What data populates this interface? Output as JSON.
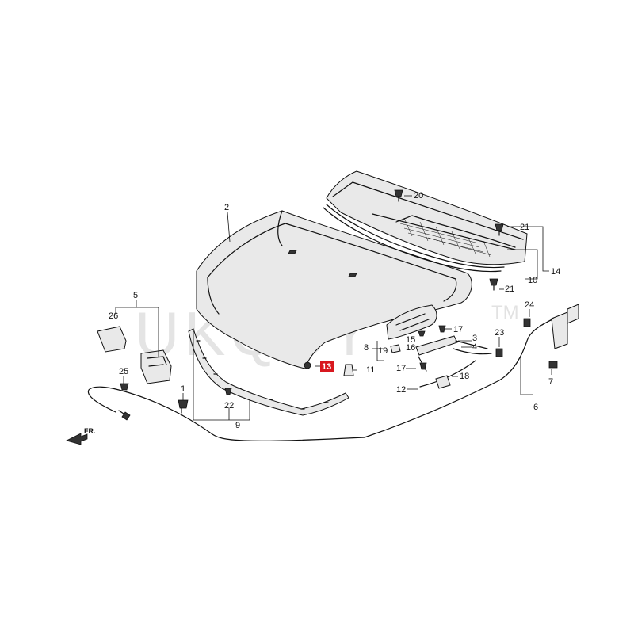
{
  "watermark": {
    "text": "UKQBY",
    "mark": "TM"
  },
  "front_marker": {
    "text": "FR."
  },
  "highlighted_callout": "13",
  "callouts": {
    "c1": "1",
    "c2": "2",
    "c3": "3",
    "c4": "4",
    "c5": "5",
    "c6": "6",
    "c7": "7",
    "c8": "8",
    "c9": "9",
    "c10": "10",
    "c11": "11",
    "c12": "12",
    "c14": "14",
    "c15": "15",
    "c16": "16",
    "c17a": "17",
    "c17b": "17",
    "c18": "18",
    "c19": "19",
    "c20": "20",
    "c21a": "21",
    "c21b": "21",
    "c22": "22",
    "c23": "23",
    "c24": "24",
    "c25": "25",
    "c26": "26"
  }
}
